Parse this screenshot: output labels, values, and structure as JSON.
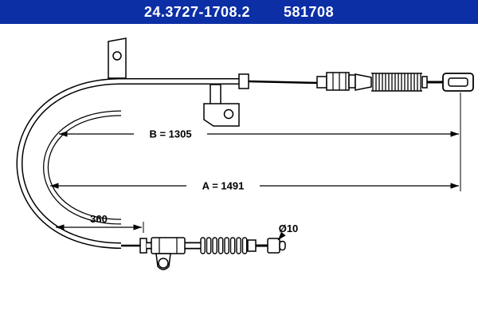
{
  "header": {
    "part_number": "24.3727-1708.2",
    "ref_number": "581708"
  },
  "colors": {
    "header_bg": "#0c2fa6",
    "header_text": "#ffffff",
    "line": "#000000"
  },
  "labels": {
    "dim_b": "B = 1305",
    "dim_a": "A = 1491",
    "dim_left": "360",
    "diameter": "Ø10"
  }
}
